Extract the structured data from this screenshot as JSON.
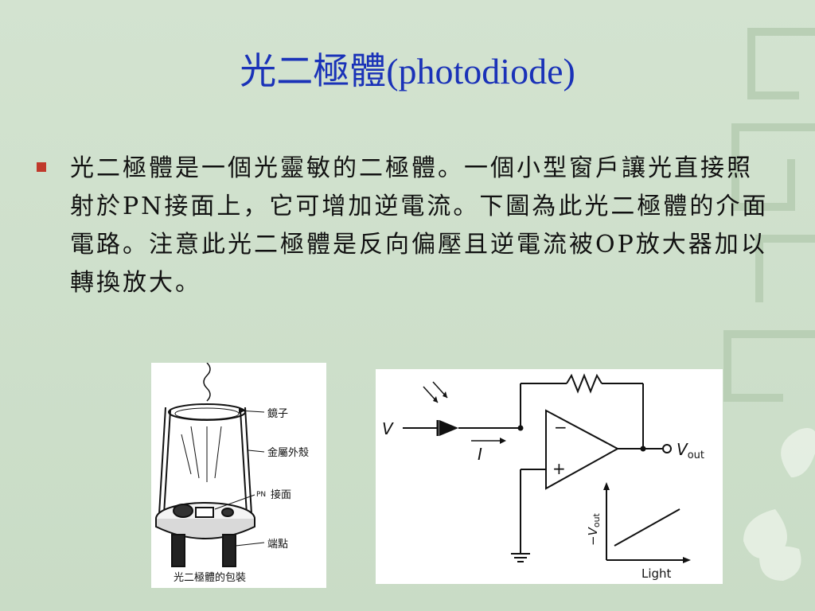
{
  "slide": {
    "title": "光二極體(photodiode)",
    "bullet": "光二極體是一個光靈敏的二極體。一個小型窗戶讓光直接照射於PN接面上，它可增加逆電流。下圖為此光二極體的介面電路。注意此光二極體是反向偏壓且逆電流被OP放大器加以轉換放大。"
  },
  "left_figure": {
    "label_mirror": "鏡子",
    "label_case": "金屬外殼",
    "label_pn_small": "PN",
    "label_pn": "接面",
    "label_terminal": "端點",
    "caption": "光二極體的包裝"
  },
  "right_figure": {
    "label_v": "V",
    "label_i": "I",
    "label_minus": "−",
    "label_plus": "+",
    "label_vout": "V",
    "label_vout_sub": "out",
    "label_axis_y": "−V",
    "label_axis_y_sub": "out",
    "label_axis_x": "Light"
  },
  "colors": {
    "title": "#1a32b8",
    "bullet": "#c0392b",
    "background": "#cfe0cc"
  }
}
